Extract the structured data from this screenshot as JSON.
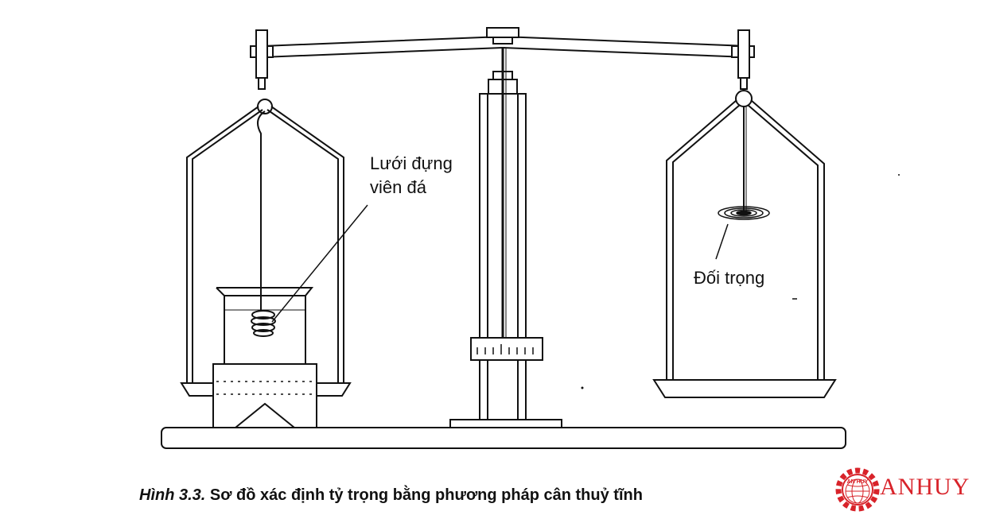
{
  "labels": {
    "mesh_line1": "Lưới đựng",
    "mesh_line2": "viên đá",
    "counterweight": "Đối trọng"
  },
  "caption": {
    "prefix": "Hình 3.3.",
    "text": " Sơ đồ xác định tỷ trọng bằng phương pháp cân thuỷ tĩnh"
  },
  "logo": {
    "text": "ANHUY",
    "badge_text": "AN HUY",
    "color": "#d8232a"
  },
  "colors": {
    "line": "#111111",
    "background": "#ffffff"
  }
}
